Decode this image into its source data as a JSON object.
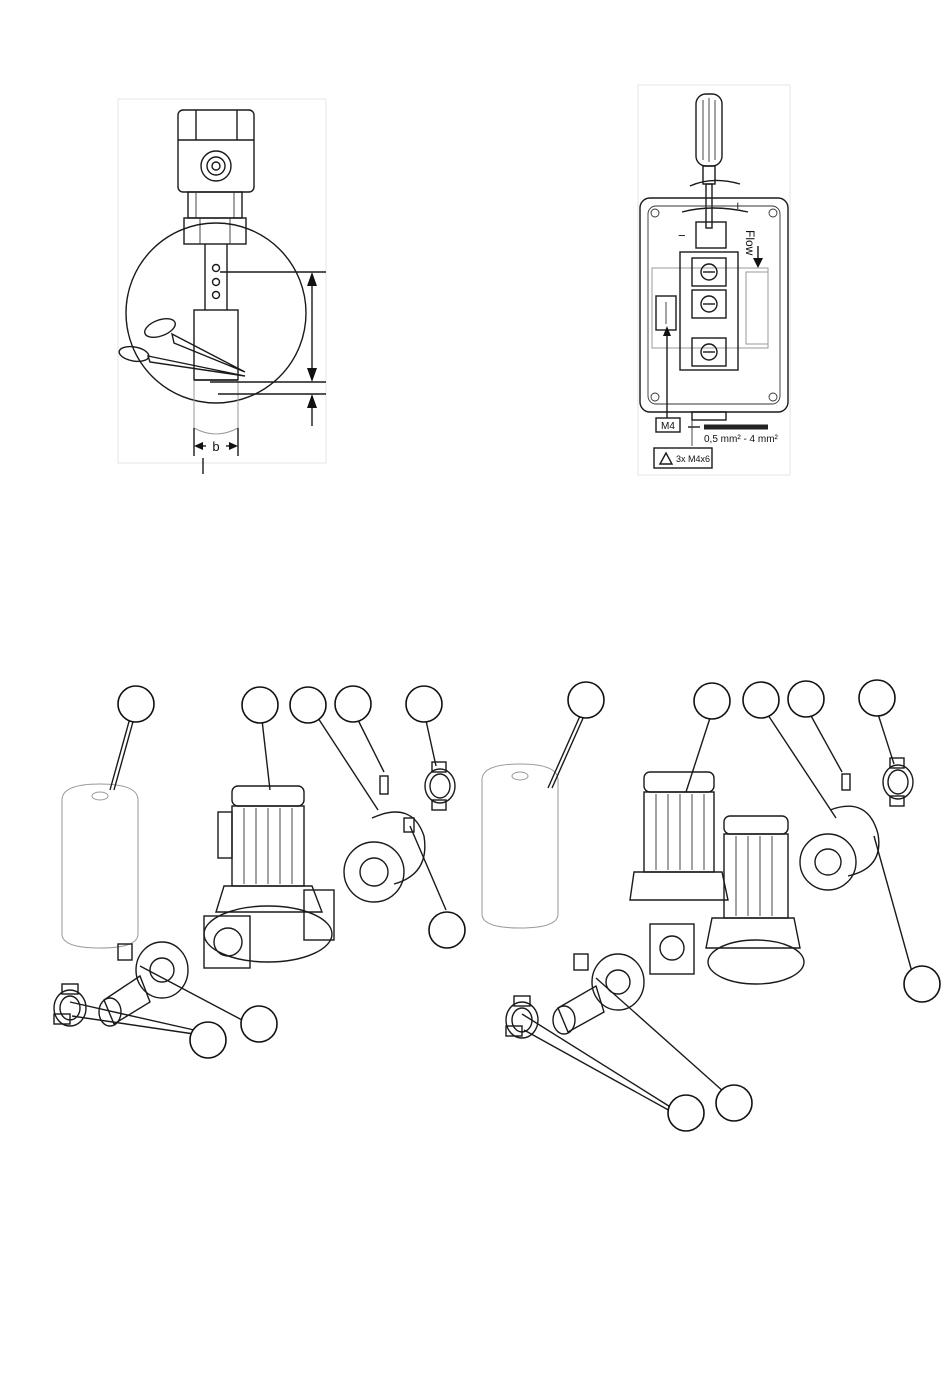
{
  "figure_top_left": {
    "dimension_label": "b"
  },
  "figure_top_right": {
    "flow_label": "Flow",
    "terminal_label": "M4",
    "cable_section_label": "0,5 mm² - 4 mm²",
    "screw_warning_label": "3x M4x6",
    "plus_sign": "+",
    "minus_sign": "−"
  },
  "figure_bottom_left": {
    "callouts": [
      "",
      "",
      "",
      "",
      "",
      "",
      "",
      ""
    ]
  },
  "figure_bottom_right": {
    "callouts": [
      "",
      "",
      "",
      "",
      "",
      "",
      "",
      ""
    ]
  }
}
